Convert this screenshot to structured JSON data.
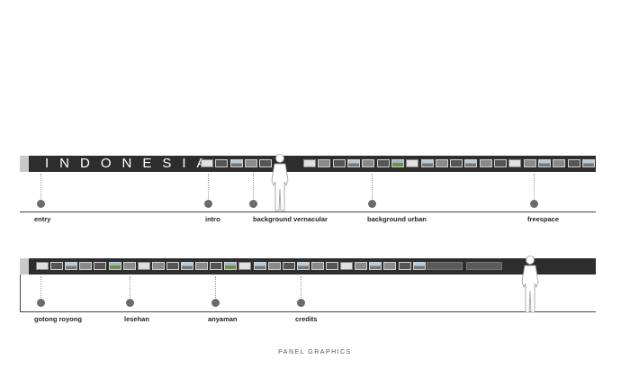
{
  "strip1": {
    "title": "INDONESIA",
    "sections": [
      {
        "label": "entry"
      },
      {
        "label": "intro"
      },
      {
        "label": "background vernacular"
      },
      {
        "label": "background urban"
      },
      {
        "label": "freespace"
      }
    ]
  },
  "strip2": {
    "sections": [
      {
        "label": "gotong royong"
      },
      {
        "label": "lesehan"
      },
      {
        "label": "anyaman"
      },
      {
        "label": "credits"
      }
    ]
  },
  "caption": "PANEL GRAPHICS",
  "colors": {
    "strip": "#2d2d2d",
    "endcap": "#c9c9c9",
    "marker": "#6b6b6b"
  },
  "icons": [
    "human-scale-figure-icon",
    "photo-thumbnail-icon",
    "section-marker-icon"
  ]
}
